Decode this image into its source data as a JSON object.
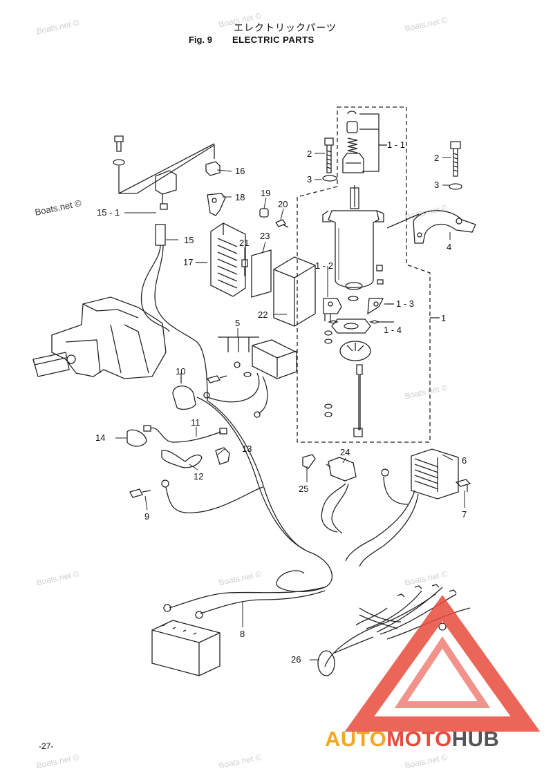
{
  "header": {
    "title_jp": "エレクトリックパーツ",
    "fig_label": "Fig. 9",
    "title_en": "ELECTRIC PARTS"
  },
  "watermark": {
    "text": "Boats.net ©"
  },
  "page_number": "-27-",
  "brand": {
    "part1": "AUTO",
    "part2": "MOTO",
    "part3": "HUB",
    "colors": {
      "auto": "#f5a623",
      "moto": "#e84b3c",
      "hub": "#555555",
      "triangle": "#e84b3c"
    }
  },
  "callouts": {
    "c1": "1",
    "c1_1": "1 - 1",
    "c1_2": "1 - 2",
    "c1_3": "1 - 3",
    "c1_4": "1 - 4",
    "c2a": "2",
    "c2b": "2",
    "c3a": "3",
    "c3b": "3",
    "c4": "4",
    "c5": "5",
    "c6": "6",
    "c7": "7",
    "c8": "8",
    "c9": "9",
    "c10": "10",
    "c11": "11",
    "c12": "12",
    "c13": "13",
    "c14": "14",
    "c15": "15",
    "c15_1": "15 - 1",
    "c16": "16",
    "c17": "17",
    "c18": "18",
    "c19": "19",
    "c20": "20",
    "c21": "21",
    "c22": "22",
    "c23": "23",
    "c24": "24",
    "c25": "25",
    "c26": "26"
  }
}
